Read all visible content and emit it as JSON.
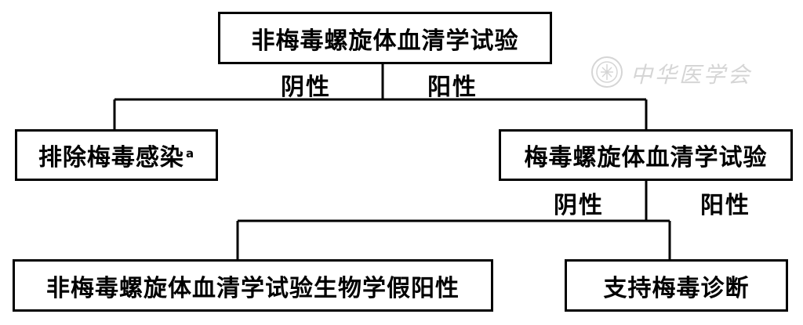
{
  "nodes": {
    "root_test": {
      "label": "非梅毒螺旋体血清学试验"
    },
    "exclude": {
      "label": "排除梅毒感染",
      "superscript": "a"
    },
    "treponemal_test": {
      "label": "梅毒螺旋体血清学试验"
    },
    "false_positive": {
      "label": "非梅毒螺旋体血清学试验生物学假阳性"
    },
    "support": {
      "label": "支持梅毒诊断"
    }
  },
  "edges": {
    "root_negative": "阴性",
    "root_positive": "阳性",
    "second_negative": "阴性",
    "second_positive": "阳性"
  },
  "watermark": {
    "text": "中华医学会",
    "seal_icon": "medical-society-seal-icon",
    "color": "#8a8a8a"
  },
  "colors": {
    "line": "#000000",
    "background": "#ffffff"
  }
}
